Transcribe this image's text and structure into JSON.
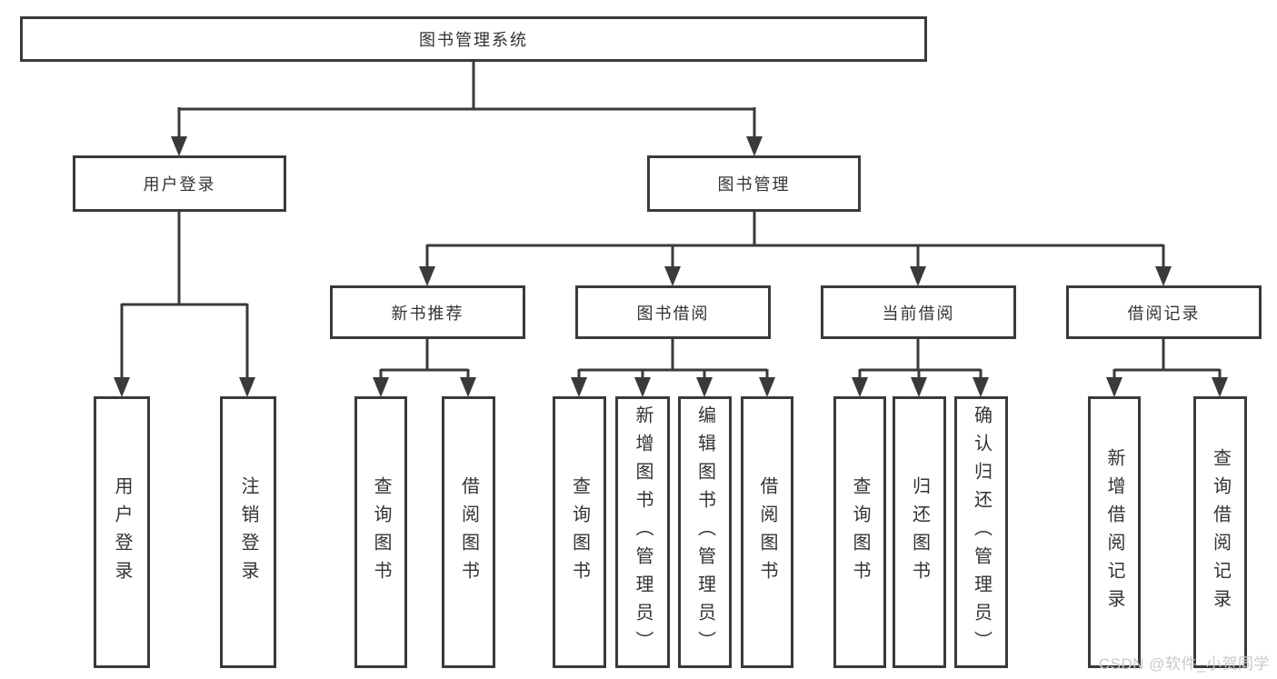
{
  "tree": {
    "root": "图书管理系统",
    "children": [
      {
        "label": "用户登录",
        "children": [
          "用户登录",
          "注销登录"
        ]
      },
      {
        "label": "图书管理",
        "children": [
          {
            "label": "新书推荐",
            "children": [
              "查询图书",
              "借阅图书"
            ]
          },
          {
            "label": "图书借阅",
            "children": [
              "查询图书",
              "新增图书（管理员）",
              "编辑图书（管理员）",
              "借阅图书"
            ]
          },
          {
            "label": "当前借阅",
            "children": [
              "查询图书",
              "归还图书",
              "确认归还（管理员）"
            ]
          },
          {
            "label": "借阅记录",
            "children": [
              "新增借阅记录",
              "查询借阅记录"
            ]
          }
        ]
      }
    ]
  },
  "watermark": {
    "text": "CSDN @软件_小贺同学"
  },
  "colors": {
    "line": "#3a3a3a",
    "box_border": "#3a3a3a",
    "text": "#333333",
    "background": "#ffffff",
    "watermark": "#c9c9c9"
  }
}
